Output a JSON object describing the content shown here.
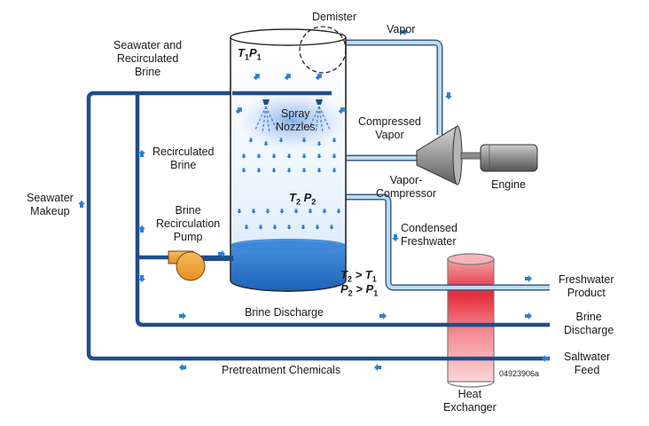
{
  "labels": {
    "demister": "Demister",
    "vapor": "Vapor",
    "seawater_brine": [
      "Seawater and",
      "Recirculated",
      "Brine"
    ],
    "spray_nozzles": [
      "Spray",
      "Nozzles"
    ],
    "compressed_vapor": [
      "Compressed",
      "Vapor"
    ],
    "vapor_compressor": [
      "Vapor-",
      "Compressor"
    ],
    "engine": "Engine",
    "recirculated_brine": [
      "Recirculated",
      "Brine"
    ],
    "seawater_makeup": [
      "Seawater",
      "Makeup"
    ],
    "recirc_pump": [
      "Brine",
      "Recirculation",
      "Pump"
    ],
    "condensed_freshwater": [
      "Condensed",
      "Freshwater"
    ],
    "freshwater_product": [
      "Freshwater",
      "Product"
    ],
    "brine_discharge_right": [
      "Brine",
      "Discharge"
    ],
    "brine_discharge_mid": "Brine Discharge",
    "saltwater_feed": [
      "Saltwater",
      "Feed"
    ],
    "pretreatment": "Pretreatment Chemicals",
    "heat_exchanger": [
      "Heat",
      "Exchanger"
    ],
    "figure_id": "04923906a"
  },
  "math": {
    "t1": "T",
    "t1_sub": "1",
    "p1": "P",
    "p1_sub": "1",
    "t2": "T",
    "t2_sub": "2",
    "p2": "P",
    "p2_sub": "2",
    "rel_t": "T",
    "rel_t_sub_a": "2",
    "rel_gt": " > ",
    "rel_t_sub_b": "1",
    "rel_p": "P",
    "rel_p_sub_a": "2",
    "rel_p_sub_b": "1"
  },
  "colors": {
    "pipe_dark": "#1f4e8c",
    "pipe_light": "#a9d1ee",
    "arrow": "#2a7fd4",
    "brine": "#2677cf",
    "pump": "#f5a23a",
    "compressor": "#9a9a9a",
    "heat_red": "#e8343e"
  }
}
